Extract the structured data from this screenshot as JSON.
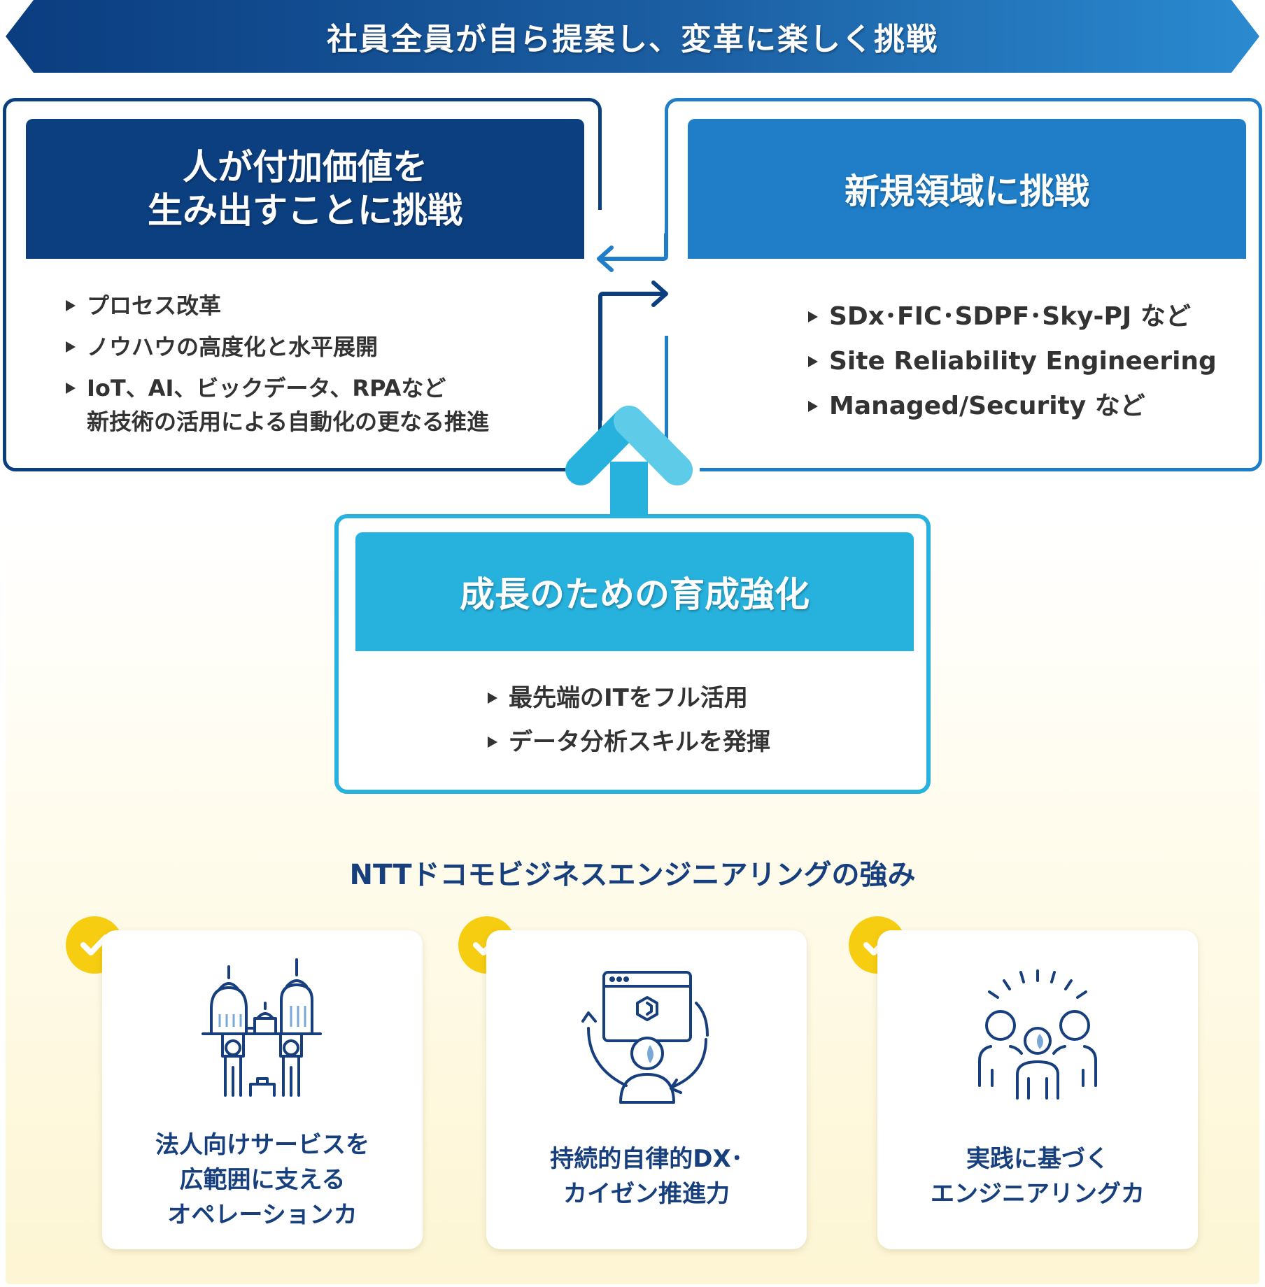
{
  "banner": {
    "text": "社員全員が自ら提案し、変革に楽しく挑戦"
  },
  "left_panel": {
    "title": "人が付加価値を\n生み出すことに挑戦",
    "items": [
      "プロセス改革",
      "ノウハウの高度化と水平展開",
      "IoT、AI、ビックデータ、RPAなど\n新技術の活用による自動化の更なる推進"
    ]
  },
  "right_panel": {
    "title": "新規領域に挑戦",
    "items": [
      "SDx･FIC･SDPF･Sky-PJ など",
      "Site Reliability Engineering",
      "Managed/Security など"
    ]
  },
  "middle_panel": {
    "title": "成長のための育成強化",
    "items": [
      "最先端のITをフル活用",
      "データ分析スキルを発揮"
    ]
  },
  "strengths": {
    "title": "NTTドコモビジネスエンジニアリングの強み",
    "cards": [
      {
        "icon": "people-supporting-buildings-icon",
        "label": "法人向けサービスを\n広範囲に支える\nオペレーションカ"
      },
      {
        "icon": "person-dx-cycle-icon",
        "label": "持続的自律的DX･\nカイゼン推進力"
      },
      {
        "icon": "engineering-team-icon",
        "label": "実践に基づく\nエンジニアリングカ"
      }
    ]
  },
  "colors": {
    "navy": "#0c3f80",
    "blue": "#1f7ec7",
    "cyan": "#27b1dd",
    "check_yellow": "#f6cd10",
    "strength_text": "#173f7e"
  }
}
